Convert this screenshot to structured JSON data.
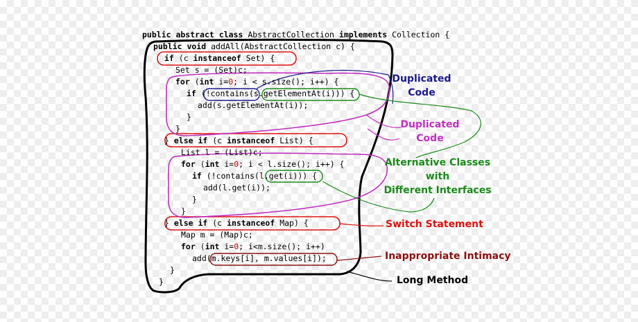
{
  "code": {
    "lines": [
      [
        {
          "t": "public abstract class ",
          "kw": true
        },
        {
          "t": "AbstractCollection "
        },
        {
          "t": "implements ",
          "kw": true
        },
        {
          "t": "Collection {"
        }
      ],
      [
        {
          "t": "public void ",
          "kw": true
        },
        {
          "t": "addAll(AbstractCollection c) {"
        }
      ],
      [
        {
          "t": "if ",
          "kw": true
        },
        {
          "t": "(c "
        },
        {
          "t": "instanceof ",
          "kw": true
        },
        {
          "t": "Set) {"
        }
      ],
      [
        {
          "t": "Set s = (Set)c;"
        }
      ],
      [
        {
          "t": "for ",
          "kw": true
        },
        {
          "t": "("
        },
        {
          "t": "int ",
          "kw": true
        },
        {
          "t": "i="
        },
        {
          "t": "0",
          "num": true
        },
        {
          "t": "; i < s.size(); i++) {"
        }
      ],
      [
        {
          "t": "if ",
          "kw": true
        },
        {
          "t": "(!contains(s.getElementAt(i))) {"
        }
      ],
      [
        {
          "t": "add(s.getElementAt(i));"
        }
      ],
      [
        {
          "t": "}"
        }
      ],
      [
        {
          "t": "}"
        }
      ],
      [
        {
          "t": "} "
        },
        {
          "t": "else if ",
          "kw": true
        },
        {
          "t": "(c "
        },
        {
          "t": "instanceof ",
          "kw": true
        },
        {
          "t": "List) {"
        }
      ],
      [
        {
          "t": "List l = (List)c;"
        }
      ],
      [
        {
          "t": "for ",
          "kw": true
        },
        {
          "t": "("
        },
        {
          "t": "int ",
          "kw": true
        },
        {
          "t": "i="
        },
        {
          "t": "0",
          "num": true
        },
        {
          "t": "; i < l.size(); i++) {"
        }
      ],
      [
        {
          "t": "if ",
          "kw": true
        },
        {
          "t": "(!contains(l.get(i))) {"
        }
      ],
      [
        {
          "t": "add(l.get(i));"
        }
      ],
      [
        {
          "t": "}"
        }
      ],
      [
        {
          "t": "}"
        }
      ],
      [
        {
          "t": "} "
        },
        {
          "t": "else if ",
          "kw": true
        },
        {
          "t": "(c "
        },
        {
          "t": "instanceof ",
          "kw": true
        },
        {
          "t": "Map) {"
        }
      ],
      [
        {
          "t": "Map m = (Map)c;"
        }
      ],
      [
        {
          "t": "for ",
          "kw": true
        },
        {
          "t": "("
        },
        {
          "t": "int ",
          "kw": true
        },
        {
          "t": "i="
        },
        {
          "t": "0",
          "num": true
        },
        {
          "t": "; i<m.size(); i++)"
        }
      ],
      [
        {
          "t": "add(m.keys[i], m.values[i]);"
        }
      ],
      [
        {
          "t": "}"
        }
      ],
      [
        {
          "t": "}"
        }
      ]
    ]
  },
  "labels": {
    "duplicated_code_1": {
      "line1": "Duplicated",
      "line2": "Code",
      "color": "#1a1a8c"
    },
    "duplicated_code_2": {
      "line1": "Duplicated",
      "line2": "Code",
      "color": "#c030c0"
    },
    "alternative_classes": {
      "line1": "Alternative Classes",
      "line2": "with",
      "line3": "Different Interfaces",
      "color": "#1a8a1a"
    },
    "switch_statement": {
      "text": "Switch Statement",
      "color": "#e01010"
    },
    "inappropriate_intimacy": {
      "text": "Inappropriate Intimacy",
      "color": "#8b1010"
    },
    "long_method": {
      "text": "Long Method",
      "color": "#000000"
    }
  }
}
